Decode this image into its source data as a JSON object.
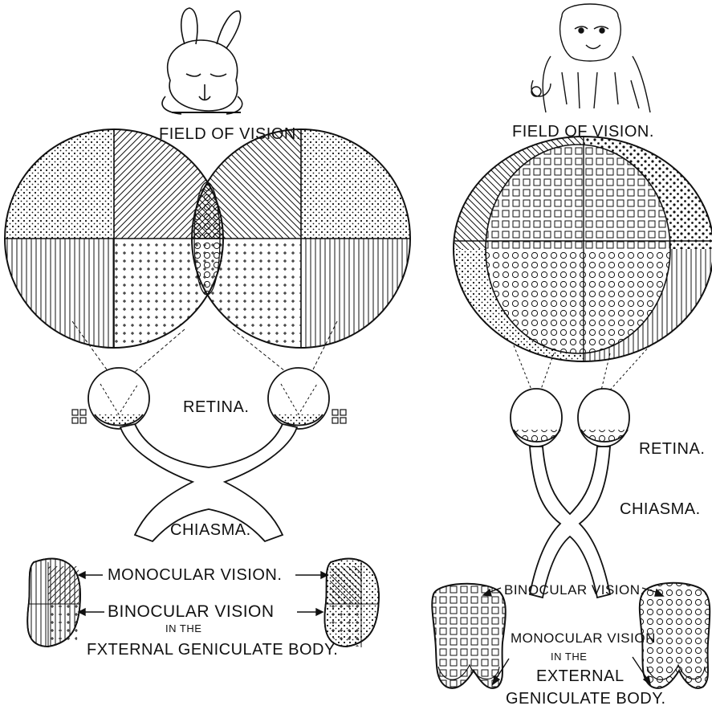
{
  "left": {
    "field_of_vision": "FIELD OF VISION.",
    "retina": "RETINA.",
    "chiasma": "CHIASMA.",
    "monocular": "MONOCULAR  VISION.",
    "binocular": "BINOCULAR VISION",
    "in_the": "IN THE",
    "body": "FXTERNAL GENICULATE BODY."
  },
  "right": {
    "field_of_vision": "FIELD OF VISION.",
    "retina": "RETINA.",
    "chiasma": "CHIASMA.",
    "binocular": "BINOCULAR VISION.",
    "monocular": "MONOCULAR VISION",
    "in_the": "IN THE",
    "external": "EXTERNAL",
    "body": "GENICULATE BODY."
  }
}
